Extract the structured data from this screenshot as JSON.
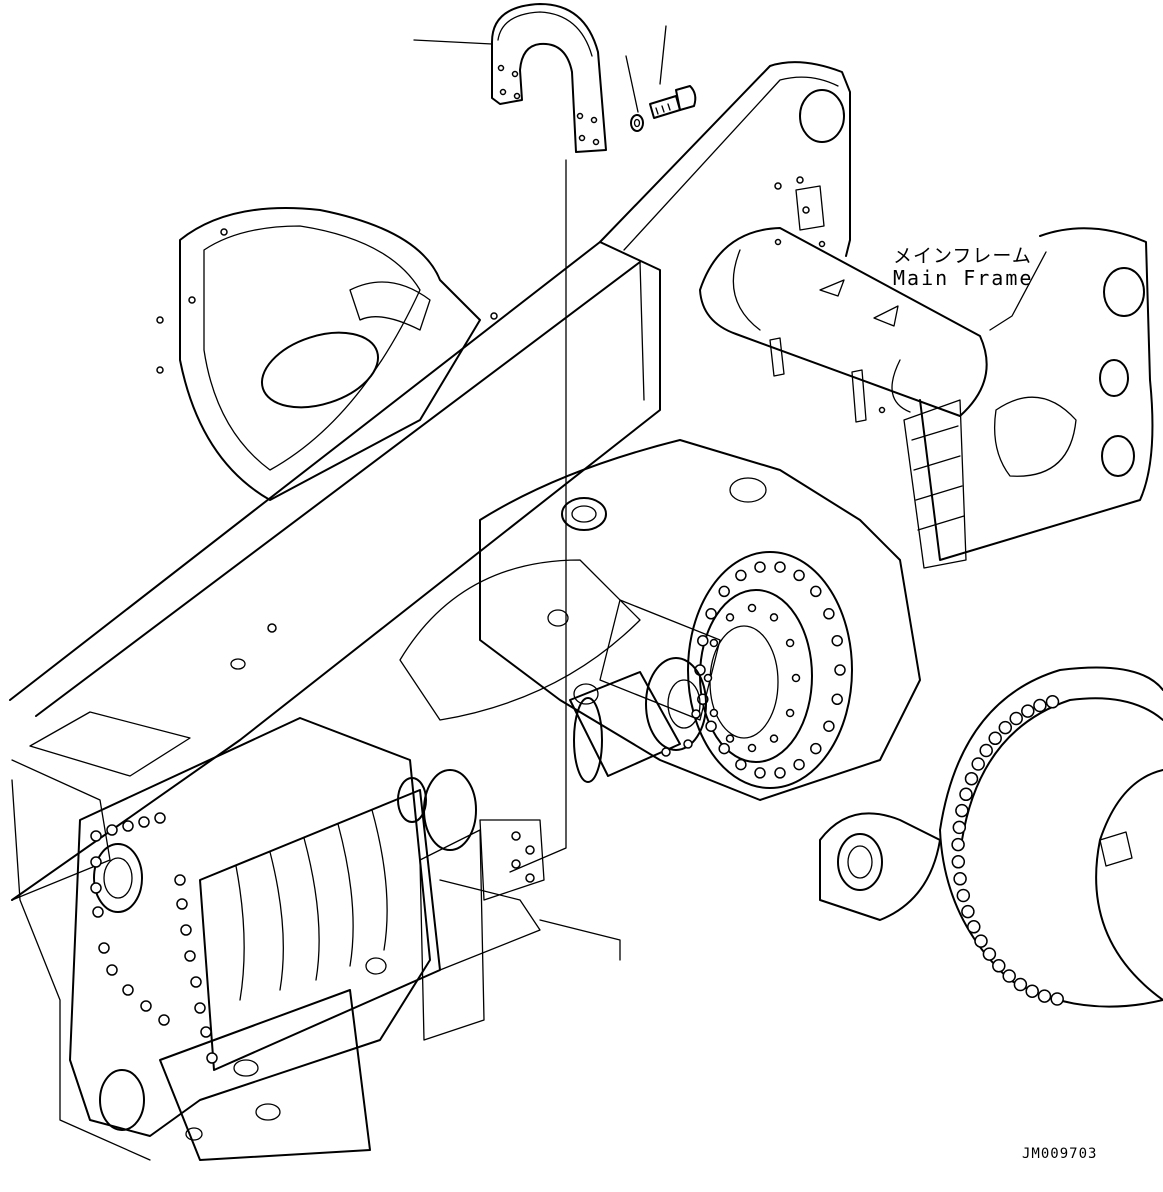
{
  "callout": {
    "label_ja": "メインフレーム",
    "label_en": "Main Frame"
  },
  "drawing_id": "JM009703"
}
